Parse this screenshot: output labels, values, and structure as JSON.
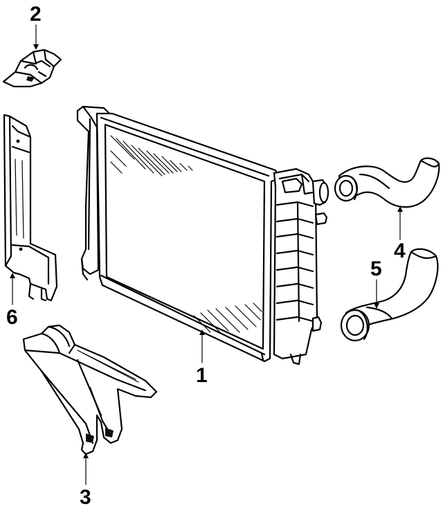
{
  "diagram": {
    "callouts": [
      {
        "id": "1",
        "label": "1"
      },
      {
        "id": "2",
        "label": "2"
      },
      {
        "id": "3",
        "label": "3"
      },
      {
        "id": "4",
        "label": "4"
      },
      {
        "id": "5",
        "label": "5"
      },
      {
        "id": "6",
        "label": "6"
      }
    ],
    "parts": [
      {
        "callout": "1",
        "icon": "radiator-icon"
      },
      {
        "callout": "2",
        "icon": "mounting-bracket-icon"
      },
      {
        "callout": "3",
        "icon": "lower-air-deflector-icon"
      },
      {
        "callout": "4",
        "icon": "upper-hose-icon"
      },
      {
        "callout": "5",
        "icon": "lower-hose-icon"
      },
      {
        "callout": "6",
        "icon": "side-baffle-icon"
      }
    ]
  }
}
